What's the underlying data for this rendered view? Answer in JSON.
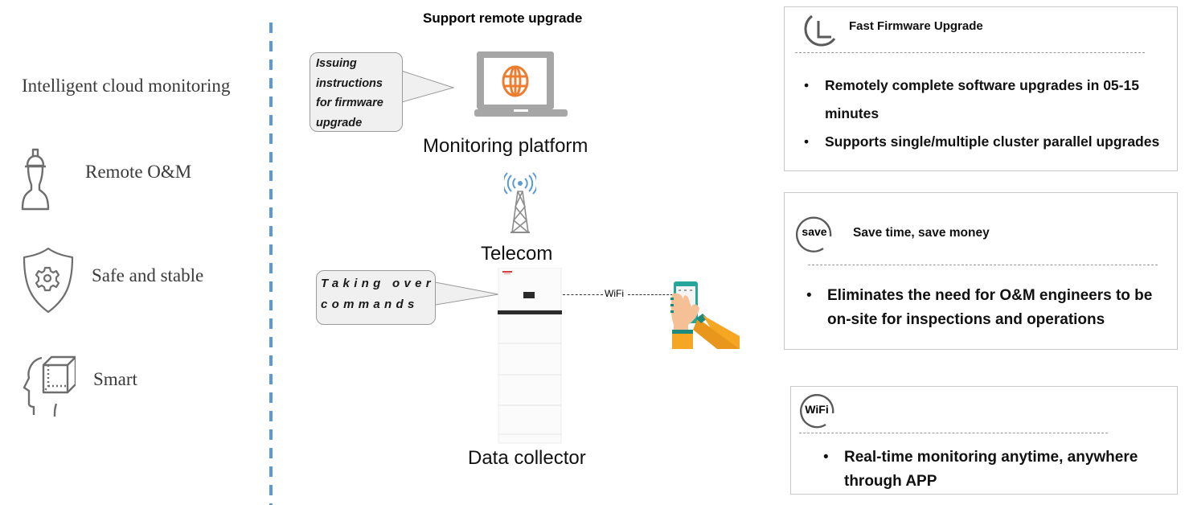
{
  "left": {
    "title": "Intelligent cloud monitoring",
    "features": [
      {
        "label": "Remote O&M",
        "icon": "engineer-helmet-icon"
      },
      {
        "label": "Safe and stable",
        "icon": "shield-gear-icon"
      },
      {
        "label": "Smart",
        "icon": "head-cube-icon"
      }
    ]
  },
  "center": {
    "title": "Support remote upgrade",
    "nodes": {
      "platform": {
        "label": "Monitoring platform",
        "icon": "laptop-globe-icon"
      },
      "telecom": {
        "label": "Telecom",
        "icon": "cell-tower-icon"
      },
      "collector": {
        "label": "Data collector",
        "icon": "battery-cabinet-icon"
      },
      "phone": {
        "icon": "hand-smartphone-icon"
      }
    },
    "callouts": {
      "platform": "Issuing instructions for firmware upgrade",
      "platform_lines": [
        "Issuing",
        "instructions",
        "for firmware",
        "upgrade"
      ],
      "collector_lines": [
        "Taking over",
        "commands"
      ]
    },
    "link_label": "WiFi"
  },
  "cards": [
    {
      "icon": "clock-icon",
      "heading": "Fast Firmware Upgrade",
      "items": [
        "Remotely complete software upgrades in 05-15 minutes",
        "Supports single/multiple cluster parallel upgrades"
      ]
    },
    {
      "icon": "save-badge-icon",
      "badge": "save",
      "heading": "Save time, save money",
      "items": [
        "Eliminates the need for O&M engineers to be on-site for inspections and operations"
      ]
    },
    {
      "icon": "wifi-badge-icon",
      "badge": "WiFi",
      "heading": "",
      "items": [
        "Real-time monitoring anytime, anywhere through APP"
      ]
    }
  ],
  "colors": {
    "divider": "#5b9bd5",
    "globe": "#ed7d31",
    "tower_waves": "#5b9bd5",
    "icon_gray": "#6e6e6e"
  }
}
